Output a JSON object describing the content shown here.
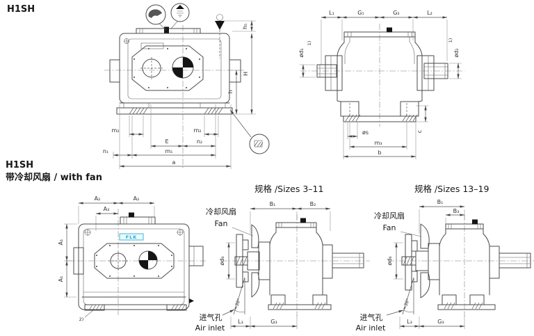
{
  "titles": {
    "model_top": "H1SH",
    "model_fan": "H1SH",
    "fan_variant": "带冷却风扇 / with fan",
    "sizes_small": "规格 /Sizes 3–11",
    "sizes_large": "规格 /Sizes 13–19"
  },
  "labels": {
    "fan_cn": "冷却风扇",
    "fan_en": "Fan",
    "air_inlet_cn": "进气孔",
    "air_inlet_en": "Air inlet",
    "angle": "≈30°",
    "footnote1": "1)",
    "footnote2": "2)",
    "logo": "FLK"
  },
  "dims_side": {
    "h5": "h₅",
    "H": "H",
    "h": "h",
    "m2": "m₂",
    "E": "E",
    "n2": "n₂",
    "n1": "n₁",
    "m1": "m₁",
    "a": "a"
  },
  "dims_front": {
    "L1": "L₁",
    "G1": "G₁",
    "G2": "G₂",
    "L2": "L₂",
    "d1": "ød₁",
    "d2": "ød₂",
    "s": "øs",
    "m3": "m₃",
    "b": "b",
    "c": "c"
  },
  "dims_fan_top": {
    "A1": "A₁",
    "A2": "A₂",
    "A3": "A₃"
  },
  "dims_fan_front": {
    "B1": "B₁",
    "B2": "B₂",
    "B3": "B₃",
    "d6": "ød₆",
    "L3": "L₃",
    "G3": "G₃"
  },
  "colors": {
    "line": "#4a4a4a",
    "accent_cyan": "#3db6d8",
    "paper": "#ffffff"
  }
}
